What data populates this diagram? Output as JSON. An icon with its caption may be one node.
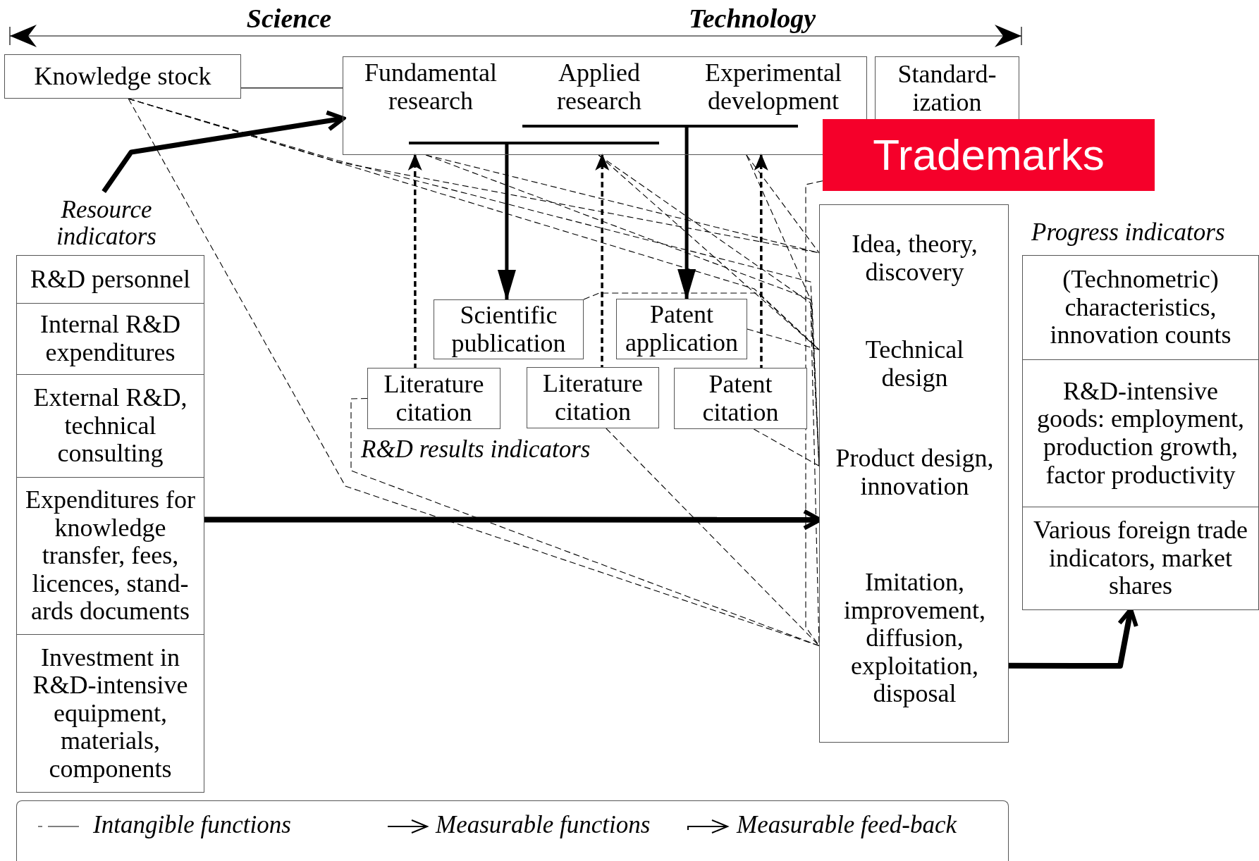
{
  "diagram": {
    "nodes": [
      {
        "text": [
          "Knowledge stock"
        ]
      },
      {
        "text": [
          "Fundamental research",
          "Applied research",
          "Experimental development"
        ]
      },
      {
        "text": [
          "Standard- ization"
        ]
      },
      {
        "text": [
          "Trademarks"
        ]
      },
      {
        "text": [
          "Resource indicators"
        ]
      },
      {
        "text": [
          "R&D personnel"
        ]
      },
      {
        "text": [
          "Internal R&D expenditures"
        ]
      },
      {
        "text": [
          "External R&D, technical consulting"
        ]
      },
      {
        "text": [
          "Expenditures for knowledge transfer, fees, licences, stand- ards documents"
        ]
      },
      {
        "text": [
          "Investment in R&D-intensive equipment, materials, components"
        ]
      },
      {
        "text": [
          "Scientific publication"
        ]
      },
      {
        "text": [
          "Patent application"
        ]
      },
      {
        "text": [
          "Literature citation"
        ]
      },
      {
        "text": [
          "Literature citation"
        ]
      },
      {
        "text": [
          "Patent citation"
        ]
      },
      {
        "text": [
          "Idea, theory, discovery",
          "Technical design",
          "Product design, innovation",
          "Imitation, improvement, diffusion, exploitation, disposal"
        ]
      },
      {
        "text": [
          "(Technometric) characteristics, innovation counts"
        ]
      },
      {
        "text": [
          "R&D-intensive goods: employment, production growth, factor productivity"
        ]
      },
      {
        "text": [
          "Various foreign trade indicators, market shares"
        ]
      }
    ],
    "edges": [
      {
        "from": 0,
        "to": 1,
        "arrow": "none"
      },
      {
        "from": 4,
        "to": 1,
        "arrow": "to",
        "style": "thick"
      },
      {
        "from": 1,
        "to": 10,
        "arrow": "to",
        "style": "thick"
      },
      {
        "from": 1,
        "to": 11,
        "arrow": "to",
        "style": "thick"
      },
      {
        "from": 12,
        "to": 1,
        "arrow": "to",
        "style": "dashed"
      },
      {
        "from": 13,
        "to": 1,
        "arrow": "to",
        "style": "dashed"
      },
      {
        "from": 14,
        "to": 1,
        "arrow": "to",
        "style": "dashed"
      },
      {
        "from": 8,
        "to": 15,
        "arrow": "to",
        "style": "thick"
      },
      {
        "from": 15,
        "to": 18,
        "arrow": "to",
        "style": "thick"
      },
      {
        "from": 0,
        "to": 15,
        "arrow": "none",
        "style": "dashed"
      },
      {
        "from": 0,
        "to": 15,
        "arrow": "none",
        "style": "dashed"
      },
      {
        "from": 0,
        "to": 15,
        "arrow": "none",
        "style": "dashed"
      },
      {
        "from": 0,
        "to": 15,
        "arrow": "none",
        "style": "dashed"
      },
      {
        "from": 1,
        "to": 15,
        "arrow": "none",
        "style": "dashed"
      },
      {
        "from": 1,
        "to": 15,
        "arrow": "none",
        "style": "dashed"
      },
      {
        "from": 1,
        "to": 15,
        "arrow": "none",
        "style": "dashed"
      },
      {
        "from": 1,
        "to": 15,
        "arrow": "none",
        "style": "dashed"
      },
      {
        "from": 1,
        "to": 15,
        "arrow": "none",
        "style": "dashed"
      },
      {
        "from": 1,
        "to": 15,
        "arrow": "none",
        "style": "dashed"
      },
      {
        "from": 10,
        "to": 15,
        "arrow": "none",
        "style": "dashed"
      },
      {
        "from": 11,
        "to": 15,
        "arrow": "none",
        "style": "dashed"
      },
      {
        "from": 12,
        "to": 15,
        "arrow": "none",
        "style": "dashed"
      },
      {
        "from": 13,
        "to": 15,
        "arrow": "none",
        "style": "dashed"
      },
      {
        "from": 14,
        "to": 15,
        "arrow": "none",
        "style": "dashed"
      },
      {
        "from": 3,
        "to": 15,
        "arrow": "none",
        "style": "dashed"
      }
    ],
    "labels": [
      "Science",
      "Technology",
      "R&D results indicators",
      "Progress indicators"
    ],
    "legend": [
      {
        "text": "Intangible functions"
      },
      {
        "text": "Measurable functions"
      },
      {
        "text": "Measurable feed-back"
      }
    ]
  }
}
